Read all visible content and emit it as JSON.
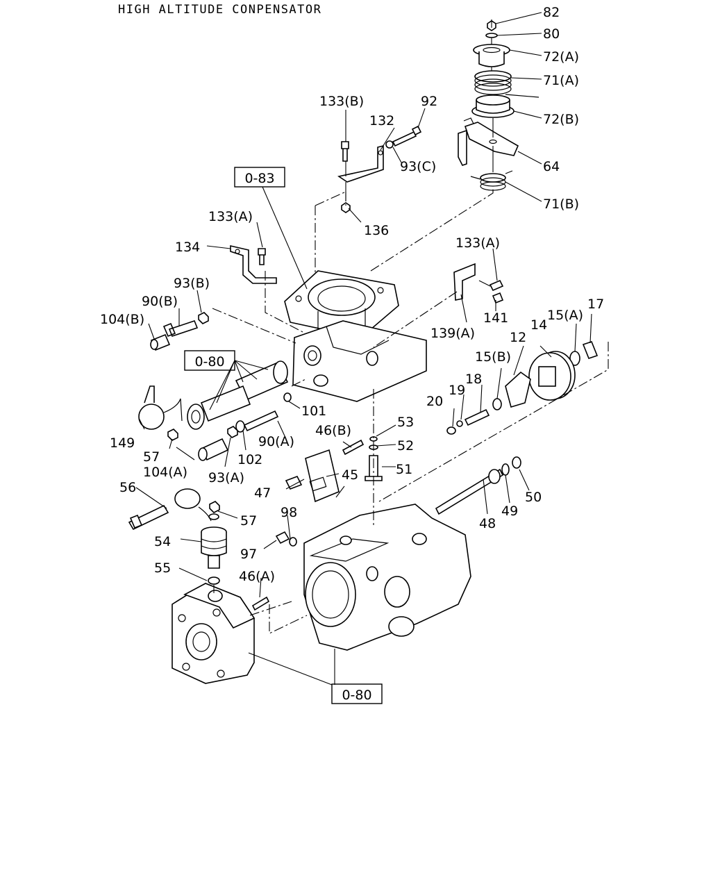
{
  "title": "HIGH ALTITUDE CONPENSATOR",
  "references": [
    "0-83",
    "0-80",
    "0-80"
  ],
  "labels": {
    "l82": "82",
    "l80": "80",
    "l72a": "72(A)",
    "l71a": "71(A)",
    "l72b": "72(B)",
    "l64": "64",
    "l71b": "71(B)",
    "l133b": "133(B)",
    "l132": "132",
    "l92": "92",
    "l93c": "93(C)",
    "l136": "136",
    "l133a1": "133(A)",
    "l134": "134",
    "l133a2": "133(A)",
    "l93b": "93(B)",
    "l90b": "90(B)",
    "l104b": "104(B)",
    "l139a": "139(A)",
    "l141": "141",
    "l17": "17",
    "l15a": "15(A)",
    "l14": "14",
    "l12": "12",
    "l15b": "15(B)",
    "l18": "18",
    "l19": "19",
    "l20": "20",
    "l101": "101",
    "l149": "149",
    "l57a": "57",
    "l104a": "104(A)",
    "l93a": "93(A)",
    "l102": "102",
    "l90a": "90(A)",
    "l46b": "46(B)",
    "l53": "53",
    "l52": "52",
    "l51": "51",
    "l47": "47",
    "l45": "45",
    "l56": "56",
    "l57b": "57",
    "l98": "98",
    "l97": "97",
    "l54": "54",
    "l55": "55",
    "l46a": "46(A)",
    "l48": "48",
    "l49": "49",
    "l50": "50"
  }
}
